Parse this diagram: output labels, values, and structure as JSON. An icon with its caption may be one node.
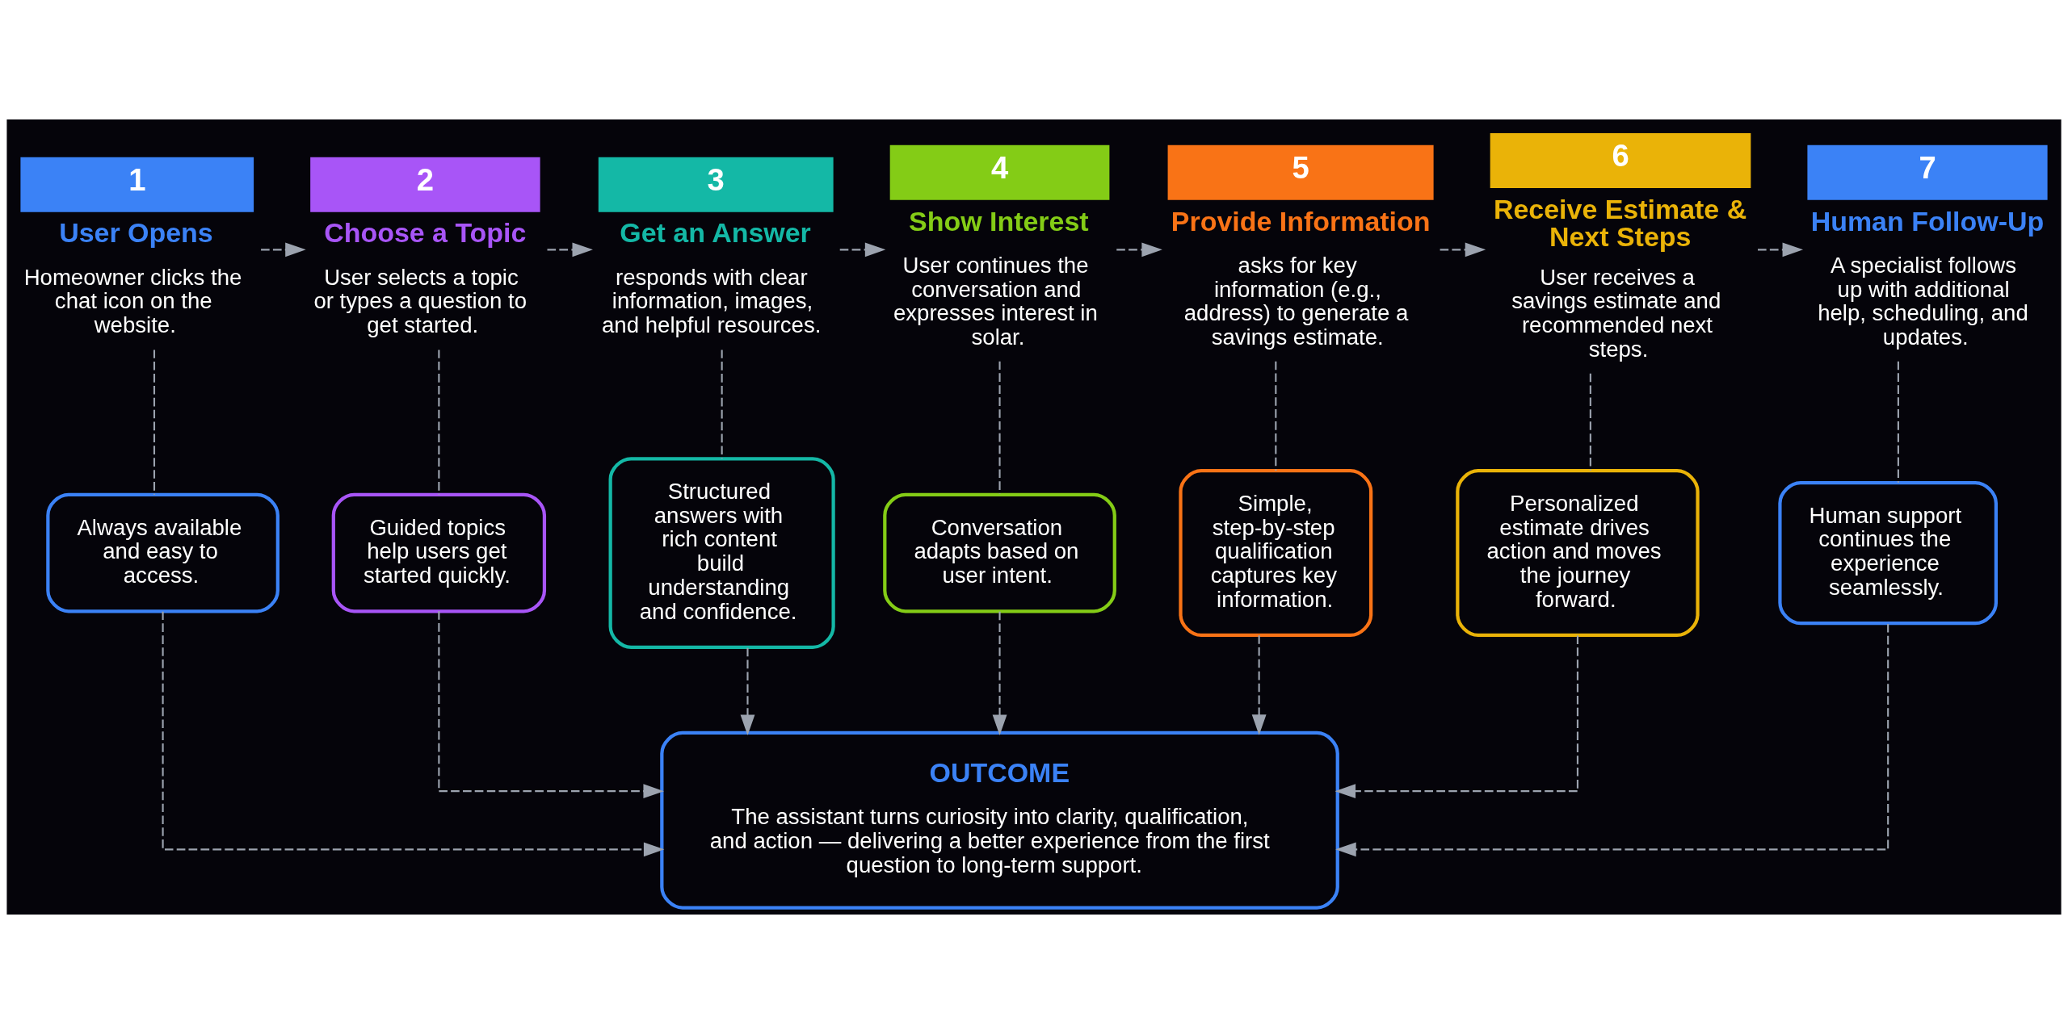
{
  "diagram": {
    "nodes": [
      {
        "text": [
          "1",
          "User Opens",
          "Homeowner clicks the chat icon on the website."
        ]
      },
      {
        "text": [
          "2",
          "Choose a Topic",
          "User selects a topic or types a question to get started."
        ]
      },
      {
        "text": [
          "3",
          "Get an Answer",
          "responds with clear information, images, and helpful resources."
        ]
      },
      {
        "text": [
          "4",
          "Show Interest",
          "User continues the conversation and expresses interest in solar."
        ]
      },
      {
        "text": [
          "5",
          "Provide Information",
          "asks for key information (e.g., address) to generate a savings estimate."
        ]
      },
      {
        "text": [
          "6",
          "Receive Estimate & Next Steps",
          "User receives a savings estimate and recommended next steps."
        ]
      },
      {
        "text": [
          "7",
          "Human Follow-Up",
          "A specialist follows up with additional help, scheduling, and updates."
        ]
      },
      {
        "text": [
          "Always available and easy to access."
        ]
      },
      {
        "text": [
          "Guided topics help users get started quickly."
        ]
      },
      {
        "text": [
          "Structured answers with rich content build understanding and confidence."
        ]
      },
      {
        "text": [
          "Conversation adapts based on user intent."
        ]
      },
      {
        "text": [
          "Simple, step-by-step qualification captures key information."
        ]
      },
      {
        "text": [
          "Personalized estimate drives action and moves the journey forward."
        ]
      },
      {
        "text": [
          "Human support continues the experience seamlessly."
        ]
      },
      {
        "text": [
          "OUTCOME",
          "The assistant turns curiosity into clarity, qualification, and action — delivering a better experience from the first question to long-term support."
        ]
      }
    ],
    "edges": [
      {
        "from": 0,
        "to": 1,
        "arrow": "to",
        "style": "dashed"
      },
      {
        "from": 1,
        "to": 2,
        "arrow": "to",
        "style": "dashed"
      },
      {
        "from": 2,
        "to": 3,
        "arrow": "to",
        "style": "dashed"
      },
      {
        "from": 3,
        "to": 4,
        "arrow": "to",
        "style": "dashed"
      },
      {
        "from": 4,
        "to": 5,
        "arrow": "to",
        "style": "dashed"
      },
      {
        "from": 5,
        "to": 6,
        "arrow": "to",
        "style": "dashed"
      },
      {
        "from": 0,
        "to": 7,
        "arrow": "none",
        "style": "dashed"
      },
      {
        "from": 1,
        "to": 8,
        "arrow": "none",
        "style": "dashed"
      },
      {
        "from": 2,
        "to": 9,
        "arrow": "none",
        "style": "dashed"
      },
      {
        "from": 3,
        "to": 10,
        "arrow": "none",
        "style": "dashed"
      },
      {
        "from": 4,
        "to": 11,
        "arrow": "none",
        "style": "dashed"
      },
      {
        "from": 5,
        "to": 12,
        "arrow": "none",
        "style": "dashed"
      },
      {
        "from": 6,
        "to": 13,
        "arrow": "none",
        "style": "dashed"
      },
      {
        "from": 7,
        "to": 14,
        "arrow": "to",
        "style": "dashed"
      },
      {
        "from": 8,
        "to": 14,
        "arrow": "to",
        "style": "dashed"
      },
      {
        "from": 9,
        "to": 14,
        "arrow": "to",
        "style": "dashed"
      },
      {
        "from": 10,
        "to": 14,
        "arrow": "to",
        "style": "dashed"
      },
      {
        "from": 11,
        "to": 14,
        "arrow": "to",
        "style": "dashed"
      },
      {
        "from": 12,
        "to": 14,
        "arrow": "to",
        "style": "dashed"
      },
      {
        "from": 13,
        "to": 14,
        "arrow": "to",
        "style": "dashed"
      }
    ]
  }
}
